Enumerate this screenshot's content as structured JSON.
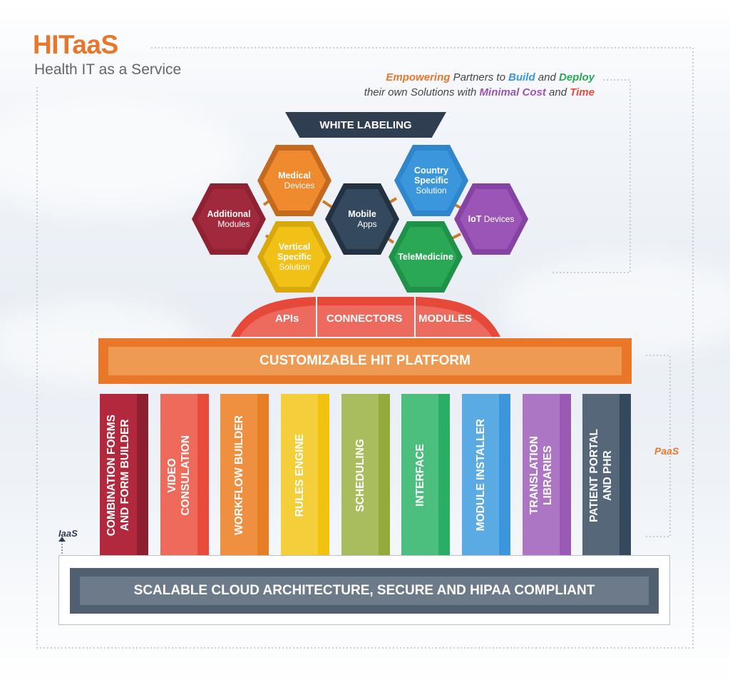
{
  "header": {
    "title": "HITaaS",
    "subtitle": "Health IT as a Service"
  },
  "tagline": {
    "w1": "Empowering",
    "w2": " Partners to ",
    "w3": "Build",
    "w4": " and ",
    "w5": "Deploy",
    "w6": "their own Solutions with ",
    "w7": "Minimal Cost",
    "w8": " and ",
    "w9": "Time"
  },
  "white_labeling": "WHITE LABELING",
  "hexagons": [
    {
      "bold": "Medical",
      "normal": "Devices",
      "color": "#e77d24"
    },
    {
      "bold": "Country Specific",
      "normal": "Solution",
      "color": "#3b96dc"
    },
    {
      "bold": "Additional",
      "normal": "Modules",
      "color": "#a02a3c"
    },
    {
      "bold": "Mobile",
      "normal": "Apps",
      "color": "#2f3e50"
    },
    {
      "bold": "IoT",
      "normal": " Devices",
      "color": "#9b55b6"
    },
    {
      "bold": "Vertical Specific",
      "normal": "Solution",
      "color": "#f1c118"
    },
    {
      "bold": "TeleMedicine",
      "normal": "",
      "color": "#2aa856"
    }
  ],
  "dome": {
    "apis": "APIs",
    "connectors": "CONNECTORS",
    "modules": "MODULES"
  },
  "platform": "CUSTOMIZABLE HIT PLATFORM",
  "pillars": [
    {
      "label": "COMBINATION FORMS\nAND FORM BUILDER",
      "color": "#b2283c"
    },
    {
      "label": "VIDEO\nCONSULATION",
      "color": "#e84b3c"
    },
    {
      "label": "WORKFLOW BUILDER",
      "color": "#e87e24"
    },
    {
      "label": "RULES ENGINE",
      "color": "#f1c30f"
    },
    {
      "label": "SCHEDULING",
      "color": "#93ab3d"
    },
    {
      "label": "INTERFACE",
      "color": "#2aae64"
    },
    {
      "label": "MODULE INSTALLER",
      "color": "#3b96dc"
    },
    {
      "label": "TRANSLATION\nLIBRARIES",
      "color": "#9b59b6"
    },
    {
      "label": "PATIENT PORTAL\nAND PHR",
      "color": "#34495e"
    }
  ],
  "base": "SCALABLE CLOUD ARCHITECTURE, SECURE AND HIPAA COMPLIANT",
  "labels": {
    "paas": "PaaS",
    "iaas": "IaaS"
  }
}
